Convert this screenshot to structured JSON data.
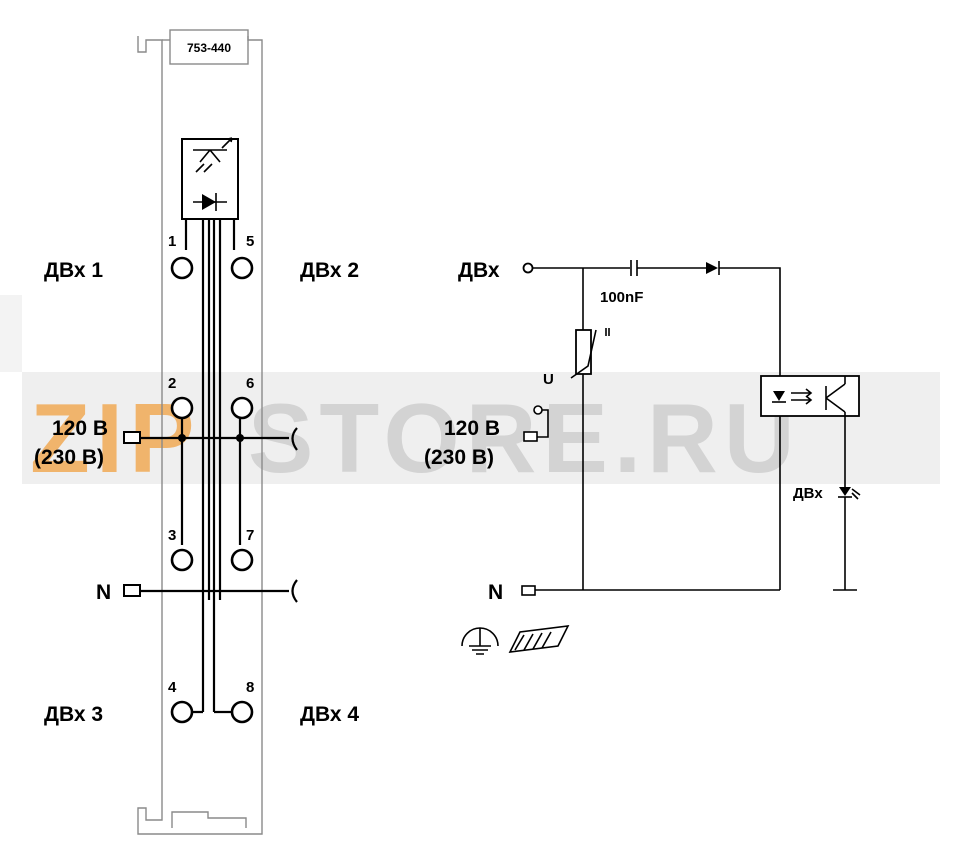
{
  "module": {
    "part_number": "753-440",
    "terminal_numbers": [
      "1",
      "2",
      "3",
      "4",
      "5",
      "6",
      "7",
      "8"
    ]
  },
  "left_labels": {
    "input_1": "ДВх 1",
    "input_2": "ДВх 2",
    "input_3": "ДВх 3",
    "input_4": "ДВх 4",
    "supply_line1": "120 В",
    "supply_line2": "(230 В)",
    "neutral": "N"
  },
  "schematic": {
    "input": "ДВх",
    "capacitor": "100nF",
    "varistor": "U",
    "supply_line1": "120 В",
    "supply_line2": "(230 В)",
    "neutral": "N",
    "output": "ДВх"
  },
  "watermark": {
    "text_zip": "ZIP",
    "text_rest": "STORE.RU",
    "accent_color": "#f0b46c"
  },
  "icons": [
    "led-icon",
    "diode-icon",
    "optocoupler-icon",
    "ground-icon",
    "din-rail-icon",
    "capacitor-icon",
    "varistor-icon",
    "led-output-icon"
  ]
}
